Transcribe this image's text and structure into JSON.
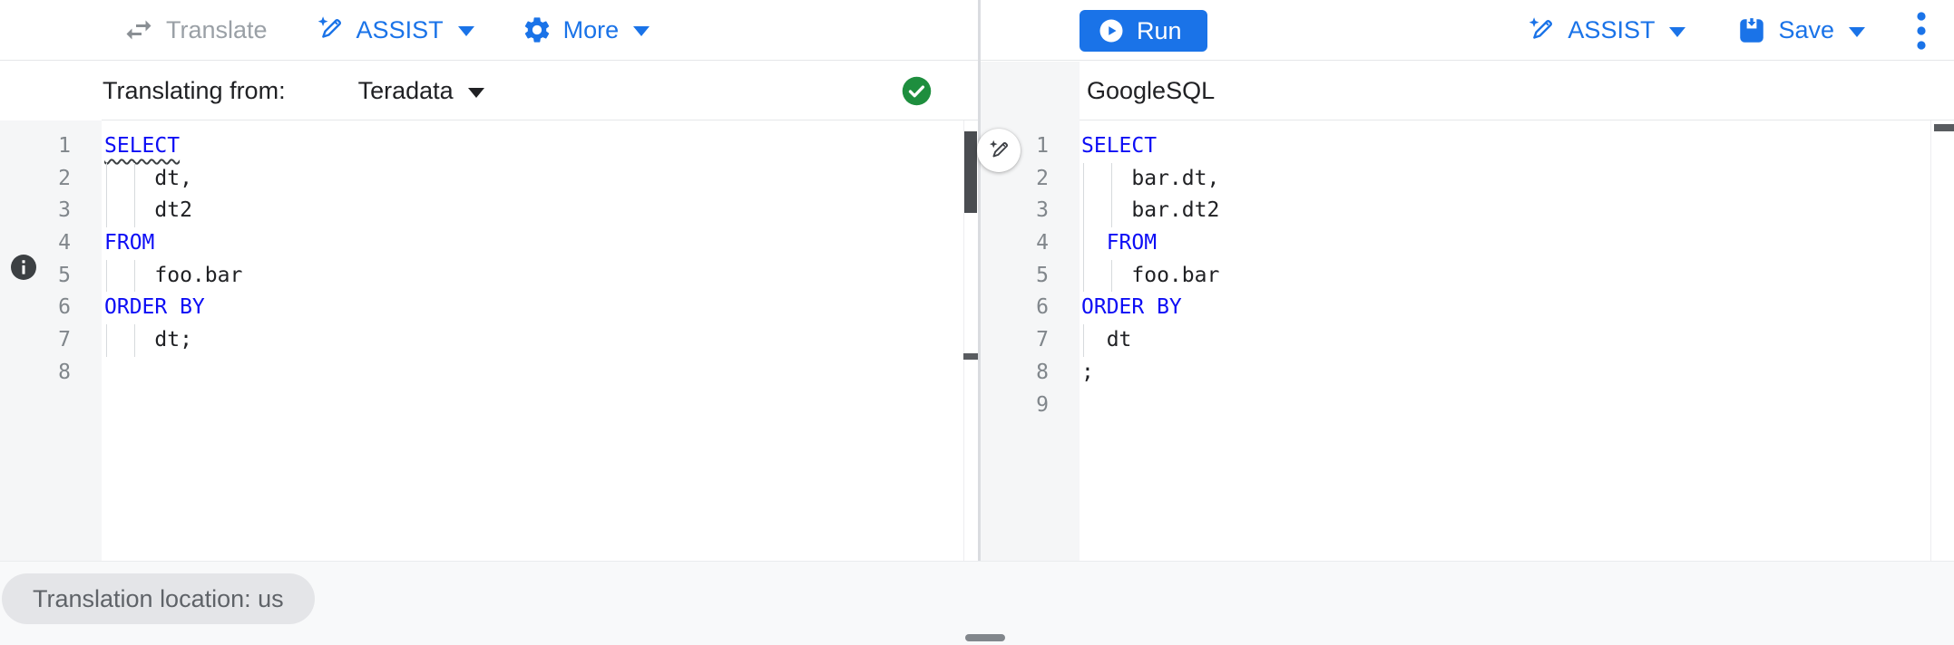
{
  "left_toolbar": {
    "translate": {
      "label": "Translate",
      "icon": "swap-arrows",
      "enabled": false
    },
    "assist": {
      "label": "ASSIST",
      "icon": "pen-spark",
      "has_dropdown": true
    },
    "more": {
      "label": "More",
      "icon": "gear",
      "has_dropdown": true
    }
  },
  "right_toolbar": {
    "run": {
      "label": "Run",
      "icon": "play-circle"
    },
    "assist": {
      "label": "ASSIST",
      "icon": "pen-spark",
      "has_dropdown": true
    },
    "save": {
      "label": "Save",
      "icon": "save-box-arrow",
      "has_dropdown": true
    },
    "overflow_icon": "kebab-menu"
  },
  "left_header": {
    "label": "Translating from:",
    "dialect": "Teradata",
    "status_icon": "check-circle"
  },
  "right_header": {
    "dialect": "GoogleSQL"
  },
  "status_chip": {
    "label": "Translation location: us"
  },
  "decorations": {
    "source_line1_info_icon": "info-circle",
    "divider_button_icon": "pen-spark"
  },
  "colors": {
    "accent": "#1a73e8",
    "keyword": "#0d0df5",
    "code_text": "#202124",
    "line_number": "#80868b",
    "success": "#1e8e3e",
    "chip_bg": "#e4e5e8",
    "chip_text": "#5f6368",
    "gutter_bg": "#f5f6f7",
    "panel_bg": "#f8f9fa",
    "divider": "#dadce0",
    "disabled": "#9aa0a6",
    "scroll_thumb": "#4a4d51"
  },
  "editors": {
    "source": {
      "language": "Teradata SQL",
      "lines": [
        {
          "num": 1,
          "text": "SELECT",
          "kind": "keyword",
          "squiggle": true,
          "guides": 0
        },
        {
          "num": 2,
          "text": "    dt,",
          "kind": "plain",
          "guides": 2
        },
        {
          "num": 3,
          "text": "    dt2",
          "kind": "plain",
          "guides": 2
        },
        {
          "num": 4,
          "text": "FROM",
          "kind": "keyword",
          "guides": 0
        },
        {
          "num": 5,
          "text": "    foo.bar",
          "kind": "plain",
          "guides": 2
        },
        {
          "num": 6,
          "text": "ORDER BY",
          "kind": "keyword",
          "guides": 0
        },
        {
          "num": 7,
          "text": "    dt;",
          "kind": "plain",
          "guides": 2
        },
        {
          "num": 8,
          "text": "",
          "kind": "plain",
          "guides": 0
        }
      ]
    },
    "target": {
      "language": "GoogleSQL",
      "lines": [
        {
          "num": 1,
          "text": "SELECT",
          "kind": "keyword",
          "guides": 0
        },
        {
          "num": 2,
          "text": "    bar.dt,",
          "kind": "plain",
          "guides": 2
        },
        {
          "num": 3,
          "text": "    bar.dt2",
          "kind": "plain",
          "guides": 2
        },
        {
          "num": 4,
          "text": "  FROM",
          "kind": "keyword",
          "guides": 1
        },
        {
          "num": 5,
          "text": "    foo.bar",
          "kind": "plain",
          "guides": 2
        },
        {
          "num": 6,
          "text": "ORDER BY",
          "kind": "keyword",
          "guides": 0
        },
        {
          "num": 7,
          "text": "  dt",
          "kind": "plain",
          "guides": 1
        },
        {
          "num": 8,
          "text": ";",
          "kind": "plain",
          "guides": 0
        },
        {
          "num": 9,
          "text": "",
          "kind": "plain",
          "guides": 0
        }
      ]
    }
  }
}
